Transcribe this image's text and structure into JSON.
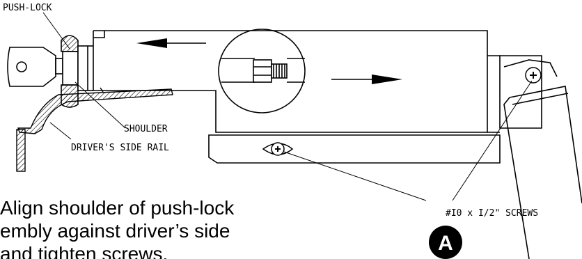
{
  "labels": {
    "push_lock": "PUSH-LOCK",
    "shoulder": "SHOULDER",
    "drivers_side_rail": "DRIVER'S SIDE RAIL",
    "screws": "#I0 x I/2\" SCREWS"
  },
  "badge": {
    "letter": "A"
  },
  "caption": {
    "line1": "Align shoulder of push-lock",
    "line2": "embly against driver’s side",
    "line3": "and tighten screws."
  }
}
